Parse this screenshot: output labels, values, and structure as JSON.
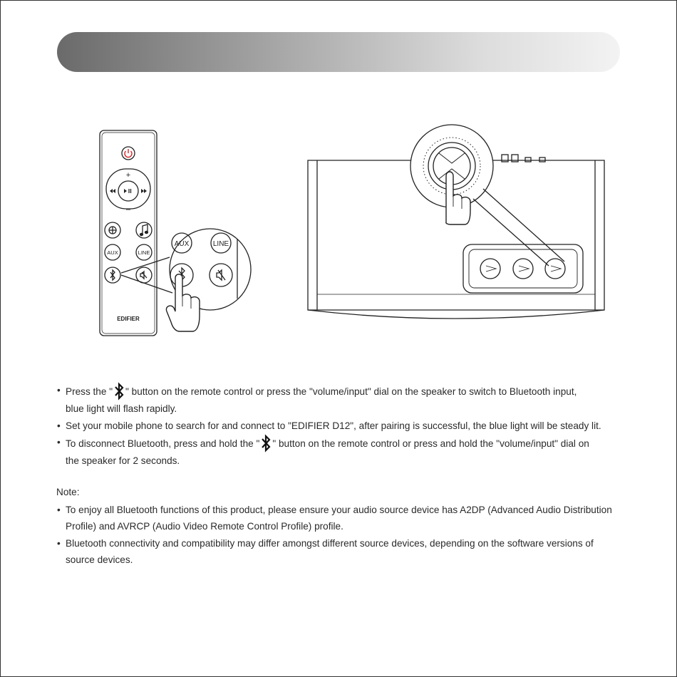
{
  "remote": {
    "aux_label": "AUX",
    "line_label": "LINE",
    "brand_label": "EDIFIER",
    "zoom_aux_label": "AUX",
    "zoom_line_label": "LINE",
    "plus_label": "+",
    "minus_label": "–"
  },
  "instructions": [
    {
      "before": "Press the \"",
      "after": "\" button on the remote control or press the \"volume/input\" dial on the speaker to switch to Bluetooth input,",
      "continuation": "blue light will flash rapidly."
    },
    {
      "text": "Set your mobile phone to search for and connect to \"EDIFIER D12\", after pairing is successful, the blue light will be steady lit."
    },
    {
      "before": "To disconnect Bluetooth, press and hold the \"",
      "after": "\" button on the remote control or press and hold the \"volume/input\" dial on",
      "continuation": "the speaker for 2 seconds."
    }
  ],
  "note": {
    "label": "Note:",
    "items": [
      {
        "line1": "To enjoy all Bluetooth functions of this product, please ensure your audio source device has A2DP (Advanced Audio Distribution",
        "line2": "Profile) and AVRCP (Audio Video Remote Control Profile) profile."
      },
      {
        "line1": "Bluetooth connectivity and compatibility may differ amongst different source devices, depending on the software versions of",
        "line2": "source devices."
      }
    ]
  },
  "colors": {
    "power_red": "#d9262c",
    "line": "#222222"
  }
}
